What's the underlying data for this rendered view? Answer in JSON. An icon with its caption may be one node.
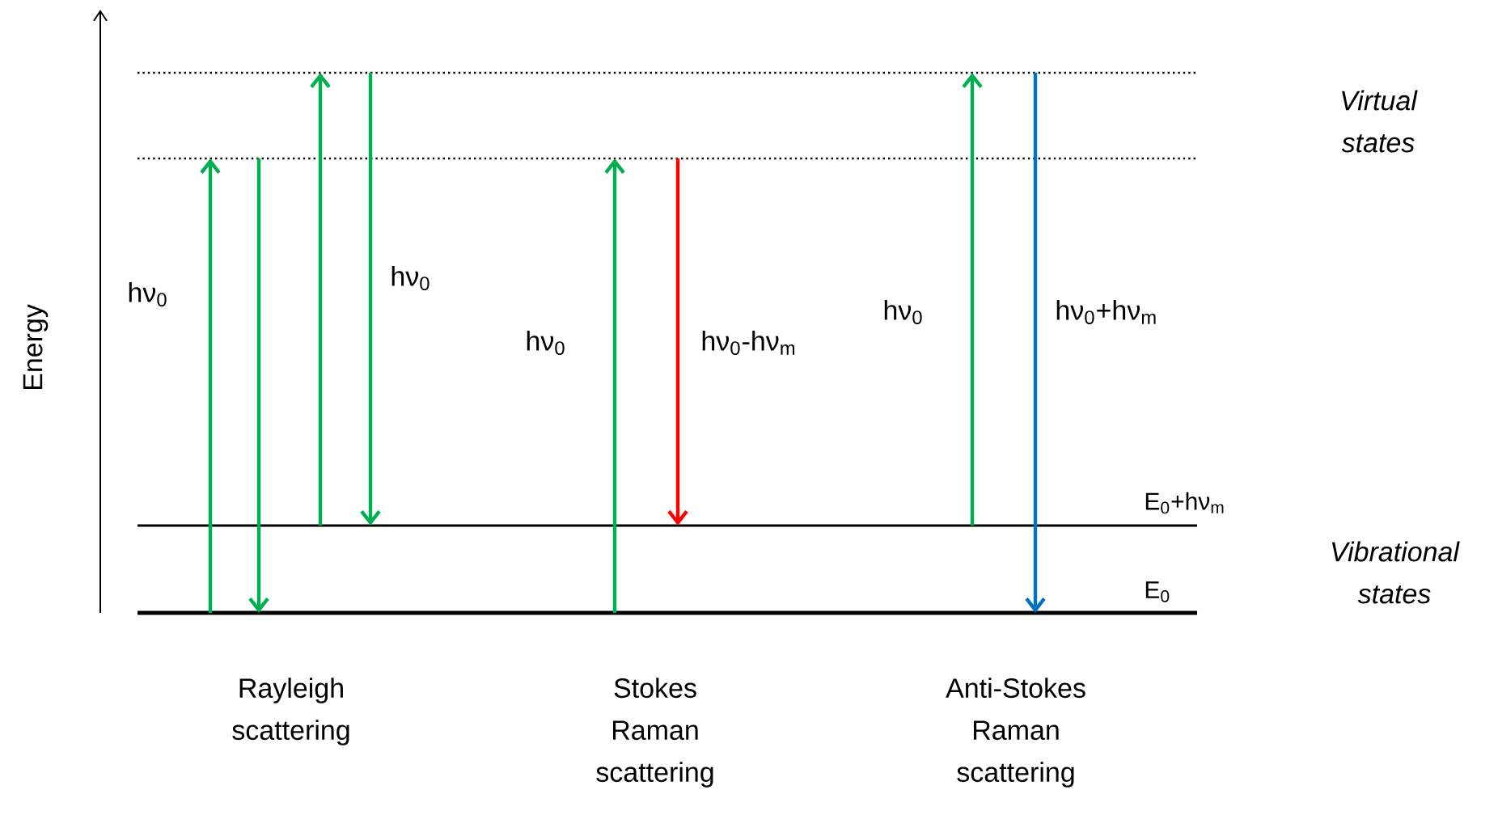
{
  "diagram": {
    "nodes": [
      {
        "text": [],
        "shape": "bar"
      },
      {
        "text": [],
        "shape": "bar"
      },
      {
        "text": [],
        "shape": "bar",
        "beside": [
          "E$_{0}$+hν$_{m}$"
        ]
      },
      {
        "text": [],
        "shape": "bar",
        "beside": [
          "E$_{0}$"
        ]
      }
    ],
    "edges": [
      {
        "from": 3,
        "to": 1,
        "arrow": "to",
        "label": "hν$_{0}$"
      },
      {
        "from": 1,
        "to": 3,
        "arrow": "to"
      },
      {
        "from": 2,
        "to": 0,
        "arrow": "to"
      },
      {
        "from": 0,
        "to": 2,
        "arrow": "to",
        "label": "hν$_{0}$"
      },
      {
        "from": 3,
        "to": 1,
        "arrow": "to",
        "label": "hν$_{0}$"
      },
      {
        "from": 1,
        "to": 2,
        "arrow": "to",
        "label": "hν$_{0}$-hν$_{m}$",
        "color": "#ff0000"
      },
      {
        "from": 2,
        "to": 0,
        "arrow": "to",
        "label": "hν$_{0}$"
      },
      {
        "from": 0,
        "to": 3,
        "arrow": "to",
        "label": "hν$_{0}$+hν$_{m}$",
        "color": "#0070c0"
      }
    ],
    "labels": [
      "Virtual states",
      "Energy",
      "Vibrational states",
      "Rayleigh scattering",
      "Stokes Raman scattering",
      "Anti-Stokes Raman scattering"
    ]
  }
}
